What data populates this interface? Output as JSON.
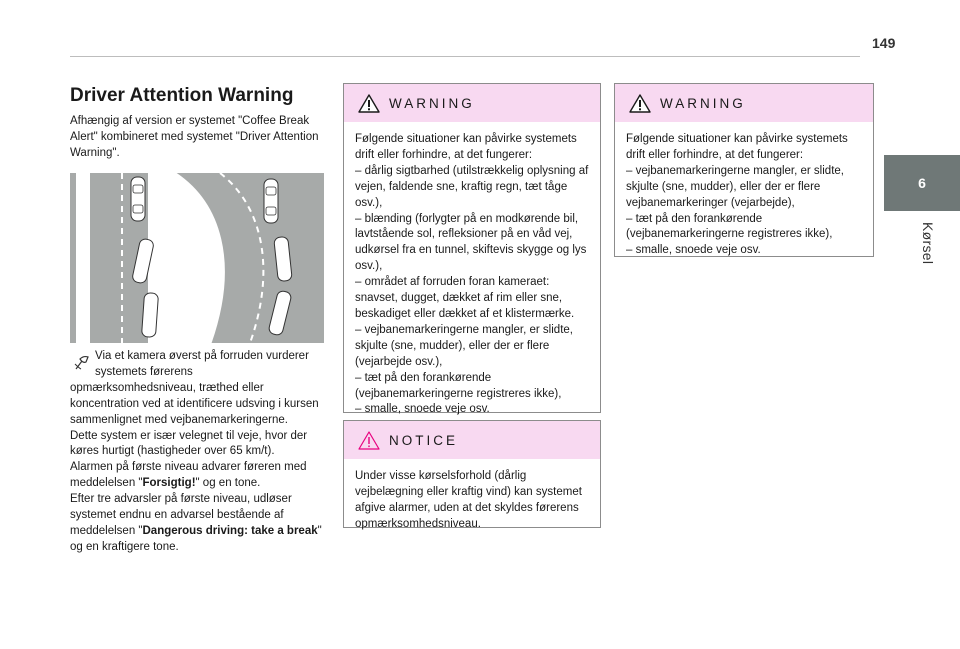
{
  "page": {
    "number": "149"
  },
  "side_tab": {
    "chapter": "6",
    "label": "Kørsel"
  },
  "column1": {
    "title": "Driver Attention Warning",
    "intro": "Afhængig af version er systemet \"Coffee Break Alert\" kombineret med systemet \"Driver Attention Warning\".",
    "body": {
      "line1": "Via et kamera øverst på forruden vurderer",
      "line2": "systemets førerens",
      "line3": "opmærksomhedsniveau, træthed eller koncentration ved at identificere udsving i kursen sammenlignet med vejbanemarkeringerne.",
      "line4": "Dette system er især velegnet til veje, hvor der køres hurtigt (hastigheder over 65 km/t).",
      "line5_pre": "Alarmen på første niveau advarer føreren med meddelelsen \"",
      "line5_bold": "Forsigtig!",
      "line5_post": "\" og en tone.",
      "line6_pre": "Efter tre advarsler på første niveau, udløser systemet endnu en advarsel bestående af meddelelsen \"",
      "line6_bold": "Dangerous driving: take a break",
      "line6_post": "\" og en kraftigere tone."
    }
  },
  "warning1": {
    "label": "WARNING",
    "lines": [
      "Følgende situationer kan påvirke systemets drift eller forhindre, at det fungerer:",
      "–  dårlig sigtbarhed (utilstrækkelig oplysning af vejen, faldende sne, kraftig regn, tæt tåge osv.),",
      "–  blænding (forlygter på en modkørende bil, lavtstående sol, refleksioner på en våd vej, udkørsel fra en tunnel, skiftevis skygge og lys osv.),",
      "–  området af forruden foran kameraet: snavset, dugget, dækket af rim eller sne, beskadiget eller dækket af et klistermærke.",
      "–  vejbanemarkeringerne mangler, er slidte, skjulte (sne, mudder), eller der er flere (vejarbejde osv.),",
      "–  tæt på den forankørende (vejbanemarkeringerne registreres ikke),",
      "–  smalle, snoede veje osv."
    ]
  },
  "notice": {
    "label": "NOTICE",
    "text": "Under visse kørselsforhold (dårlig vejbelægning eller kraftig vind) kan systemet afgive alarmer, uden at det skyldes førerens opmærksomhedsniveau."
  },
  "warning2": {
    "label": "WARNING",
    "lines": [
      "Følgende situationer kan påvirke systemets drift eller forhindre, at det fungerer:",
      "–  vejbanemarkeringerne mangler, er slidte, skjulte (sne, mudder), eller der er flere vejbanemarkeringer (vejarbejde),",
      "–  tæt på den forankørende (vejbanemarkeringerne registreres ikke),",
      "–  smalle, snoede veje osv."
    ]
  },
  "colors": {
    "box_header": "#f8d9f1",
    "side_tab": "#6f7877",
    "warning_icon": "#e8007f",
    "notice_icon": "#e8007f",
    "road_gray": "#a7aaa9"
  },
  "icons": {
    "warning": "warning-triangle-icon",
    "notice": "notice-triangle-icon",
    "camera": "camera-icon"
  }
}
